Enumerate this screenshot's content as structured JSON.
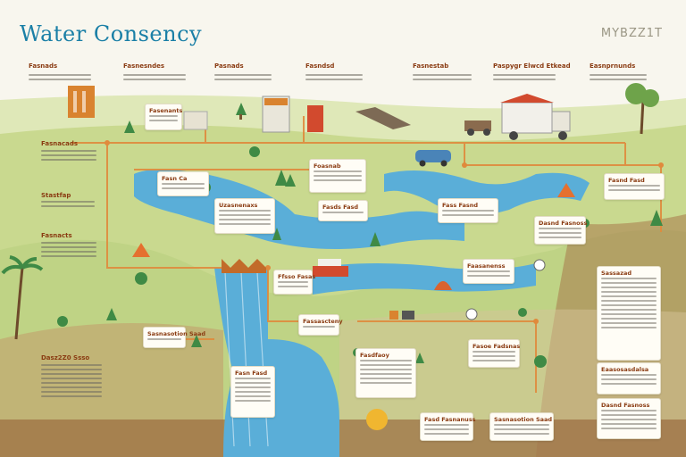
{
  "title": "Water Consency",
  "brand": "MYBZZ1T",
  "top_labels": [
    "Fasnads",
    "Fasnesndes",
    "Pasnads",
    "Fasndsd",
    "Fasnestab",
    "Paspygr Elwcd Etkead",
    "Easnprnunds"
  ],
  "left_labels": [
    "Fasnacads",
    "Stastfap",
    "Fasnacts"
  ],
  "left_bottom_label": "Dasz2Z0 Ssso",
  "cards": {
    "cliff": "Fasenants",
    "upper_left": "Fasn Ca",
    "middle_left": "Uzasnenaxs",
    "center_top": "Foasnab",
    "right_mid": "Fass Fasnd",
    "center_right": "Fasds Fasd",
    "boat": "Ffsso Fasas",
    "mid_center": "Faasanenss",
    "lower_left": "Fassascteny",
    "waterfall": "Fasn Fasd",
    "lower_center": "Fasdfaoy",
    "lower_right": "Fasoe Fadsnas",
    "right_card": "Fasnd Fasd",
    "far_right1": "Sassazad",
    "far_right2": "Eaasosasdalsa",
    "far_right3": "Sasnasotion Saad",
    "bottom1": "Fasd Fasnanuss",
    "bottom2": "Dasnd Fasnoss"
  },
  "colors": {
    "accent": "#1a7fa6",
    "river": "#5aaed8",
    "path": "#e08a3c",
    "grass": "#c9d98f",
    "soil": "#9a6b3e"
  }
}
